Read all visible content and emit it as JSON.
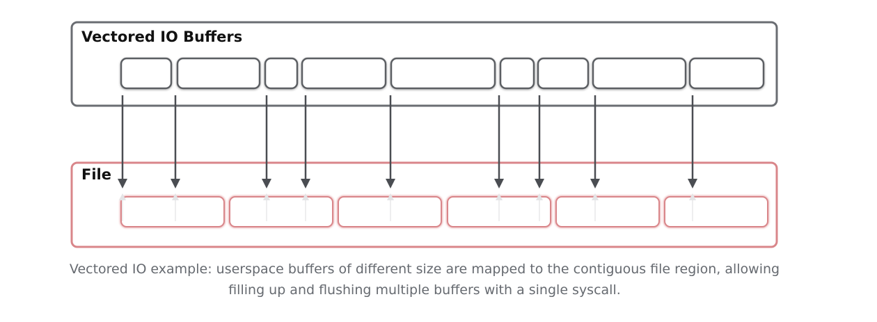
{
  "diagram": {
    "buffers_panel": {
      "title": "Vectored IO Buffers"
    },
    "file_panel": {
      "title": "File"
    },
    "buffers_count": 9,
    "file_segments_count": 6,
    "arrows_count": 9,
    "colors": {
      "buffer_stroke": "#5b5e63",
      "panel_stroke": "#6a6d72",
      "file_stroke": "#d9868a",
      "arrow": "#4a4d52"
    }
  },
  "caption": {
    "line1": "Vectored IO example: userspace buffers of different size are mapped to the contiguous file region, allowing",
    "line2": "filling up and flushing multiple buffers with a single syscall."
  }
}
